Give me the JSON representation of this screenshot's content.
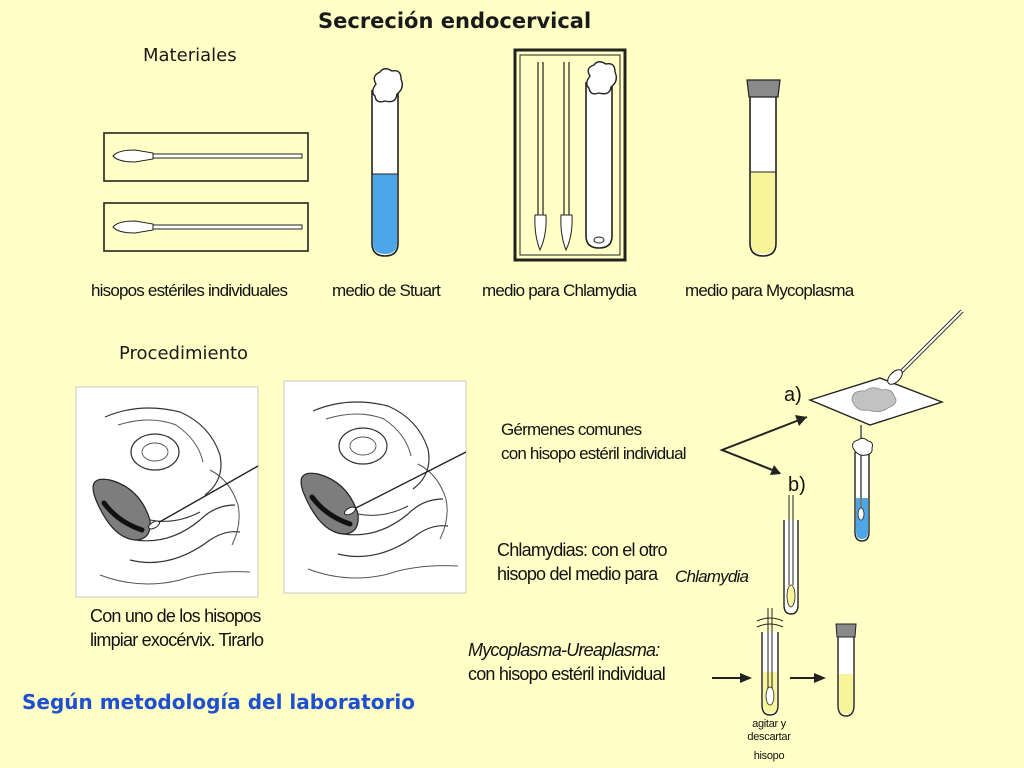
{
  "title": "Secreción endocervical",
  "materials": {
    "heading": "Materiales",
    "swabs_label": "hisopos estériles individuales",
    "stuart_label": "medio de Stuart",
    "chlamydia_label": "medio para Chlamydia",
    "mycoplasma_label": "medio para Mycoplasma"
  },
  "procedure": {
    "heading": "Procedimiento",
    "step1_line1": "Con uno de los hisopos",
    "step1_line2": "limpiar exocérvix. Tirarlo",
    "common_line1": "Gérmenes comunes",
    "common_line2": "con hisopo estéril individual",
    "option_a": "a)",
    "option_b": "b)",
    "chlamydia_line1": "Chlamydias: con el otro",
    "chlamydia_line2": "hisopo del medio para",
    "chlamydia_word": "Chlamydia",
    "myco_line1": "Mycoplasma-Ureaplasma:",
    "myco_line2": "con hisopo estéril individual",
    "shake_line1": "agitar y",
    "shake_line2": "descartar",
    "shake_line3": "hisopo"
  },
  "footer": "Según metodología del laboratorio",
  "colors": {
    "background": "#FFFFC6",
    "stuart_medium": "#4DA6E8",
    "mycoplasma_medium": "#F7F49A",
    "footer_text": "#1F4FD1"
  }
}
